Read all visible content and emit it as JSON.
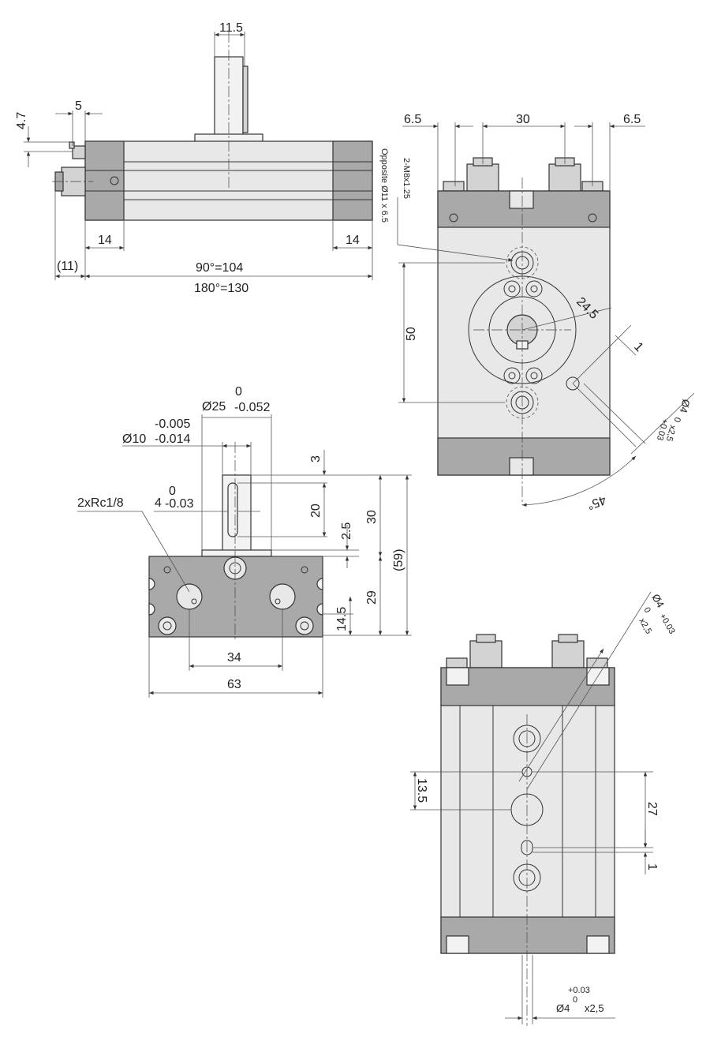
{
  "top_view": {
    "shaft_width": "11.5",
    "nut_offset": "4.7",
    "nut_width": "5",
    "end_left": "14",
    "end_right": "14",
    "port_len": "(11)",
    "len_90": "90°=104",
    "len_180": "180°=130"
  },
  "right_view": {
    "left_margin": "6.5",
    "center_span": "30",
    "right_margin": "6.5",
    "thread_note": "2-M8x1.25",
    "counterbore_note": "Opposite Ø11 x 6.5",
    "height_50": "50",
    "radius": "24.5",
    "gap": "1",
    "pin_hole": "Ø4",
    "pin_tol_zero": "0",
    "pin_tol_plus": "+0.03",
    "pin_depth": "x2,5",
    "angle": "45°"
  },
  "front_view": {
    "d25_label": "Ø25",
    "d25_upper": "0",
    "d25_lower": "-0.052",
    "d10_label": "Ø10",
    "d10_upper": "-0.005",
    "d10_lower": "-0.014",
    "key_width": "4",
    "key_upper": "0",
    "key_lower": "-0.03",
    "port_note": "2xRc1/8",
    "dim_3": "3",
    "dim_20": "20",
    "dim_2_5": "2.5",
    "dim_30": "30",
    "dim_59": "(59)",
    "dim_29": "29",
    "dim_14_5": "14.5",
    "dim_34": "34",
    "dim_63": "63"
  },
  "bottom_view": {
    "pin_hole": "Ø4",
    "pin_tol_zero": "0",
    "pin_tol_plus": "+0.03",
    "pin_depth": "x2,5",
    "dim_13_5": "13.5",
    "dim_27": "27",
    "dim_1": "1",
    "bottom_pin_hole": "Ø4",
    "bottom_tol_plus": "+0.03",
    "bottom_tol_zero": "0",
    "bottom_depth": "x2,5"
  }
}
